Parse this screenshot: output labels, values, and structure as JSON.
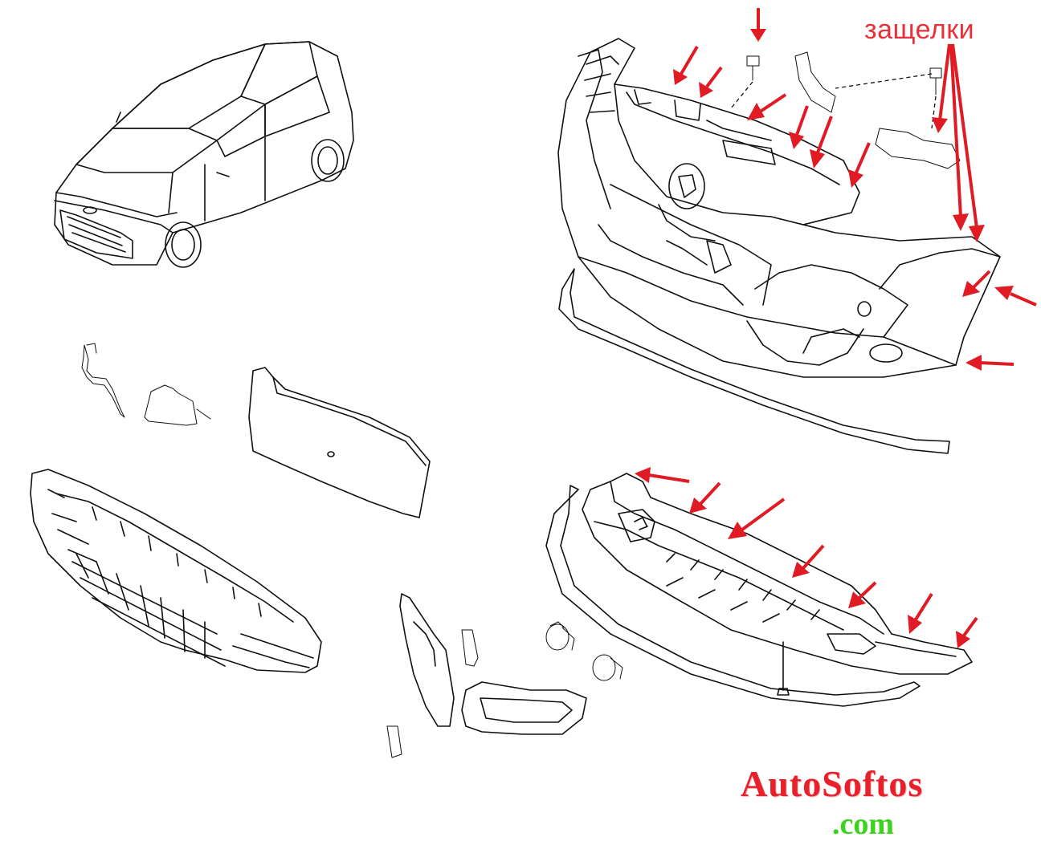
{
  "label": "защелки",
  "brand": {
    "name": "AutoSoftos",
    "domain": ".com"
  },
  "colors": {
    "arrow": "#e01b24",
    "label": "#e8303a",
    "brand": "#e8202c",
    "domain": "#3bd31c"
  }
}
